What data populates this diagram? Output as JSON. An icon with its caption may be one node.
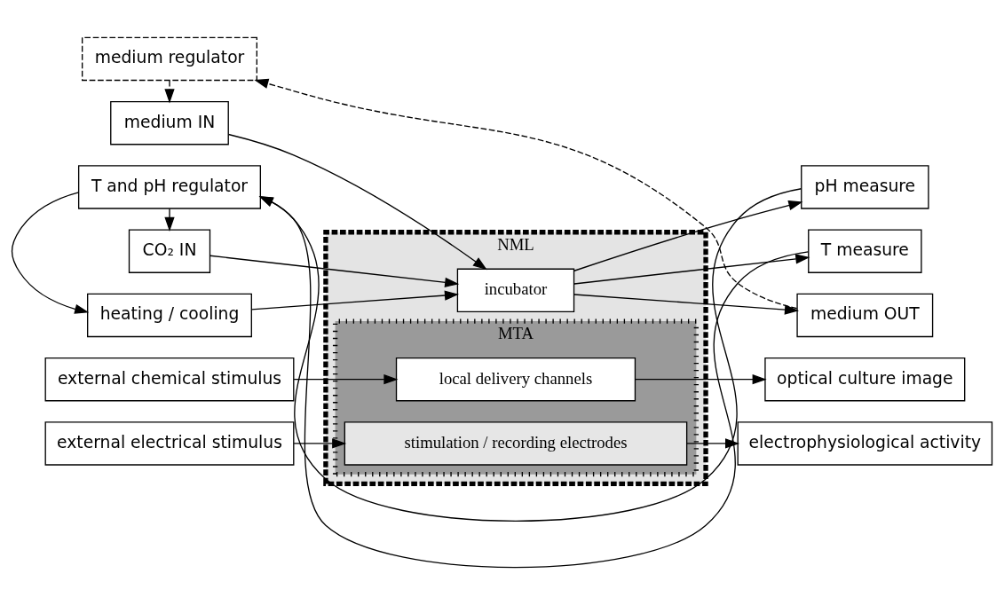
{
  "diagram": {
    "nodes": [
      {
        "text": [
          "NML"
        ]
      },
      {
        "text": [
          "MTA"
        ],
        "in": 0
      },
      {
        "text": [
          "local delivery channels"
        ],
        "in": 1
      },
      {
        "text": [
          "stimulation / recording electrodes"
        ],
        "in": 1
      },
      {
        "text": [
          "incubator"
        ],
        "in": 0
      },
      {
        "text": [
          "external chemical stimulus"
        ]
      },
      {
        "text": [
          "external electrical stimulus"
        ]
      },
      {
        "text": [
          "optical culture image"
        ]
      },
      {
        "text": [
          "electrophysiological activity"
        ]
      },
      {
        "text": [
          "medium IN"
        ]
      },
      {
        "text": [
          "CO₂ IN"
        ]
      },
      {
        "text": [
          "heating / cooling"
        ]
      },
      {
        "text": [
          "medium OUT"
        ]
      },
      {
        "text": [
          "pH measure"
        ]
      },
      {
        "text": [
          "T measure"
        ]
      },
      {
        "text": [
          "T and pH regulator"
        ]
      },
      {
        "text": [
          "medium regulator"
        ]
      }
    ],
    "edges": [
      {
        "from": 5,
        "to": 2,
        "arrow": "to"
      },
      {
        "from": 6,
        "to": 3,
        "arrow": "to"
      },
      {
        "from": 2,
        "to": 7,
        "arrow": "to"
      },
      {
        "from": 3,
        "to": 8,
        "arrow": "to"
      },
      {
        "from": 9,
        "to": 4,
        "arrow": "to"
      },
      {
        "from": 10,
        "to": 4,
        "arrow": "to"
      },
      {
        "from": 11,
        "to": 4,
        "arrow": "to"
      },
      {
        "from": 4,
        "to": 12,
        "arrow": "to"
      },
      {
        "from": 4,
        "to": 13,
        "arrow": "to"
      },
      {
        "from": 4,
        "to": 14,
        "arrow": "to"
      },
      {
        "from": 13,
        "to": 15,
        "arrow": "to"
      },
      {
        "from": 14,
        "to": 15,
        "arrow": "to"
      },
      {
        "from": 15,
        "to": 10,
        "arrow": "to"
      },
      {
        "from": 15,
        "to": 11,
        "arrow": "to"
      },
      {
        "from": 12,
        "to": 16,
        "arrow": "to",
        "style": "dashed"
      },
      {
        "from": 16,
        "to": 9,
        "arrow": "to",
        "style": "dashed"
      }
    ]
  }
}
